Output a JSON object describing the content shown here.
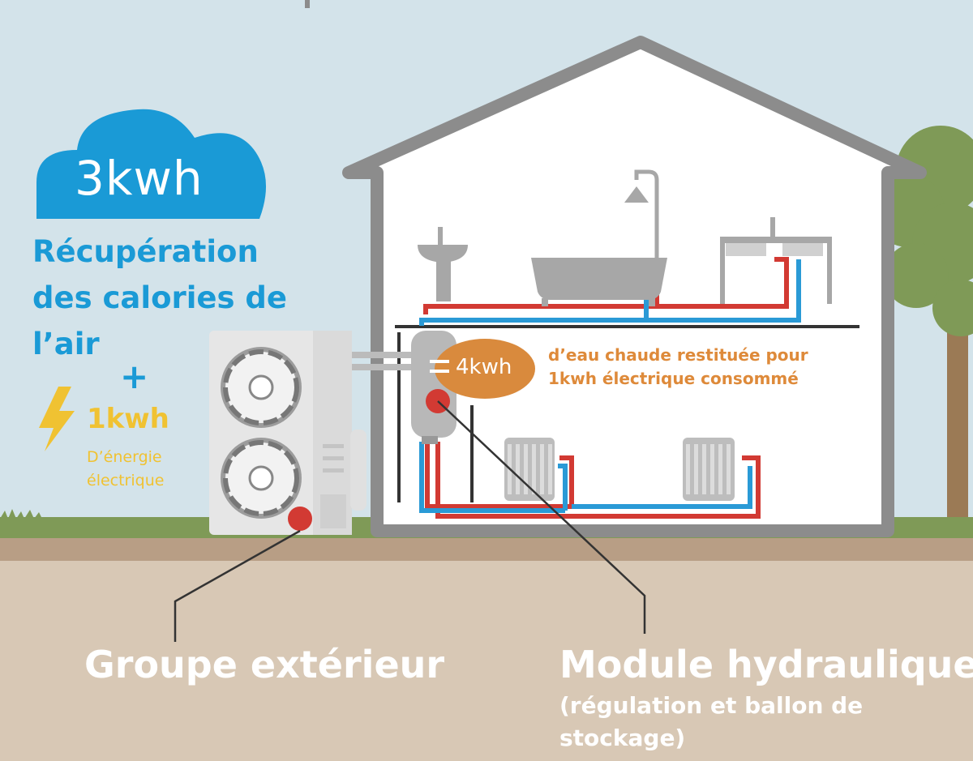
{
  "cloud": {
    "value": "3kwh",
    "color": "#1a9ad6"
  },
  "air_recovery": {
    "text": "Récupération des calories de l’air"
  },
  "plus_sign": "+",
  "electric": {
    "value": "1kwh",
    "subtitle": "D’énergie électrique",
    "color": "#f0c232",
    "icon": "lightning-bolt-icon"
  },
  "output_bubble": {
    "value": "4kwh",
    "color": "#d98a3d"
  },
  "output_note": {
    "text": "d’eau chaude restituée pour 1kwh électrique consommé"
  },
  "labels": {
    "outdoor_unit": "Groupe extérieur",
    "hydraulic_module": "Module hydraulique",
    "hydraulic_module_sub": "(régulation et ballon de stockage)"
  },
  "colors": {
    "sky": "#d3e3ea",
    "grass": "#7f9a57",
    "ground": "#d8c8b5",
    "hot_pipe": "#d23a33",
    "cold_pipe": "#2a9ad6",
    "house_outline": "#8c8c8c"
  },
  "icons": [
    "cloud-icon",
    "lightning-bolt-icon",
    "fan-icon",
    "washbasin-icon",
    "bathtub-icon",
    "shower-icon",
    "kitchen-sink-icon",
    "radiator-icon",
    "water-tank-icon",
    "tree-icon"
  ]
}
